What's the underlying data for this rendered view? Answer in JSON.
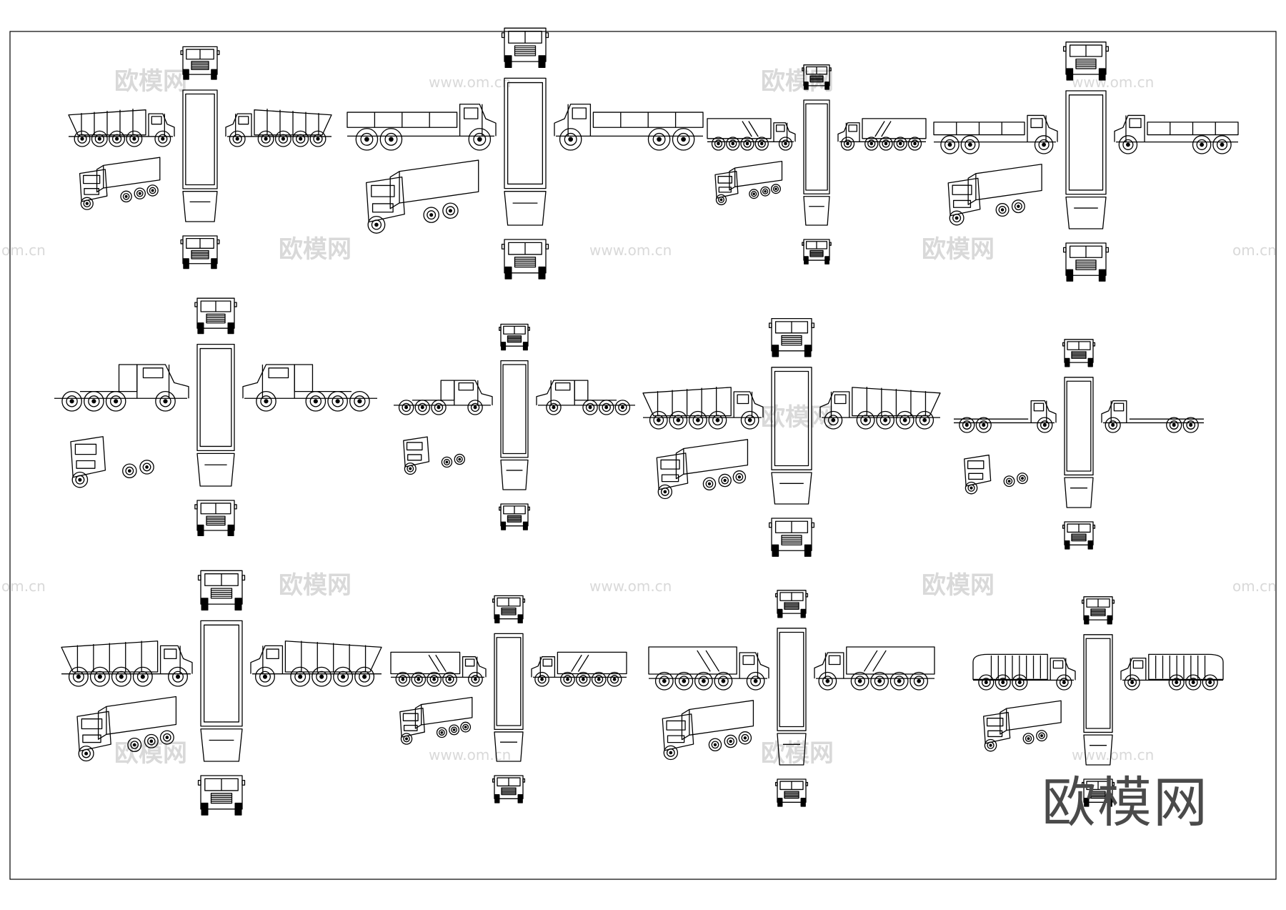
{
  "watermark": {
    "brand": "欧模网",
    "url": "www.om.cn",
    "url_partial": "om.cn",
    "color": "#d9d9d9"
  },
  "corner_logo": "欧模网",
  "line_color": "#000000",
  "groups": [
    {
      "name": "dump-truck-10wheel",
      "style": "dump"
    },
    {
      "name": "flatbed-truck",
      "style": "flat"
    },
    {
      "name": "box-truck-cabover",
      "style": "box"
    },
    {
      "name": "military-cargo-truck",
      "style": "flat"
    },
    {
      "name": "semi-tractor-sleeper",
      "style": "tractor"
    },
    {
      "name": "semi-tractor-classic",
      "style": "tractor"
    },
    {
      "name": "mining-dump-truck",
      "style": "dump"
    },
    {
      "name": "chassis-cab-truck",
      "style": "chassis"
    },
    {
      "name": "tipper-truck",
      "style": "dump"
    },
    {
      "name": "container-box-truck",
      "style": "box"
    },
    {
      "name": "long-box-truck",
      "style": "box"
    },
    {
      "name": "garbage-truck",
      "style": "garbage"
    }
  ]
}
